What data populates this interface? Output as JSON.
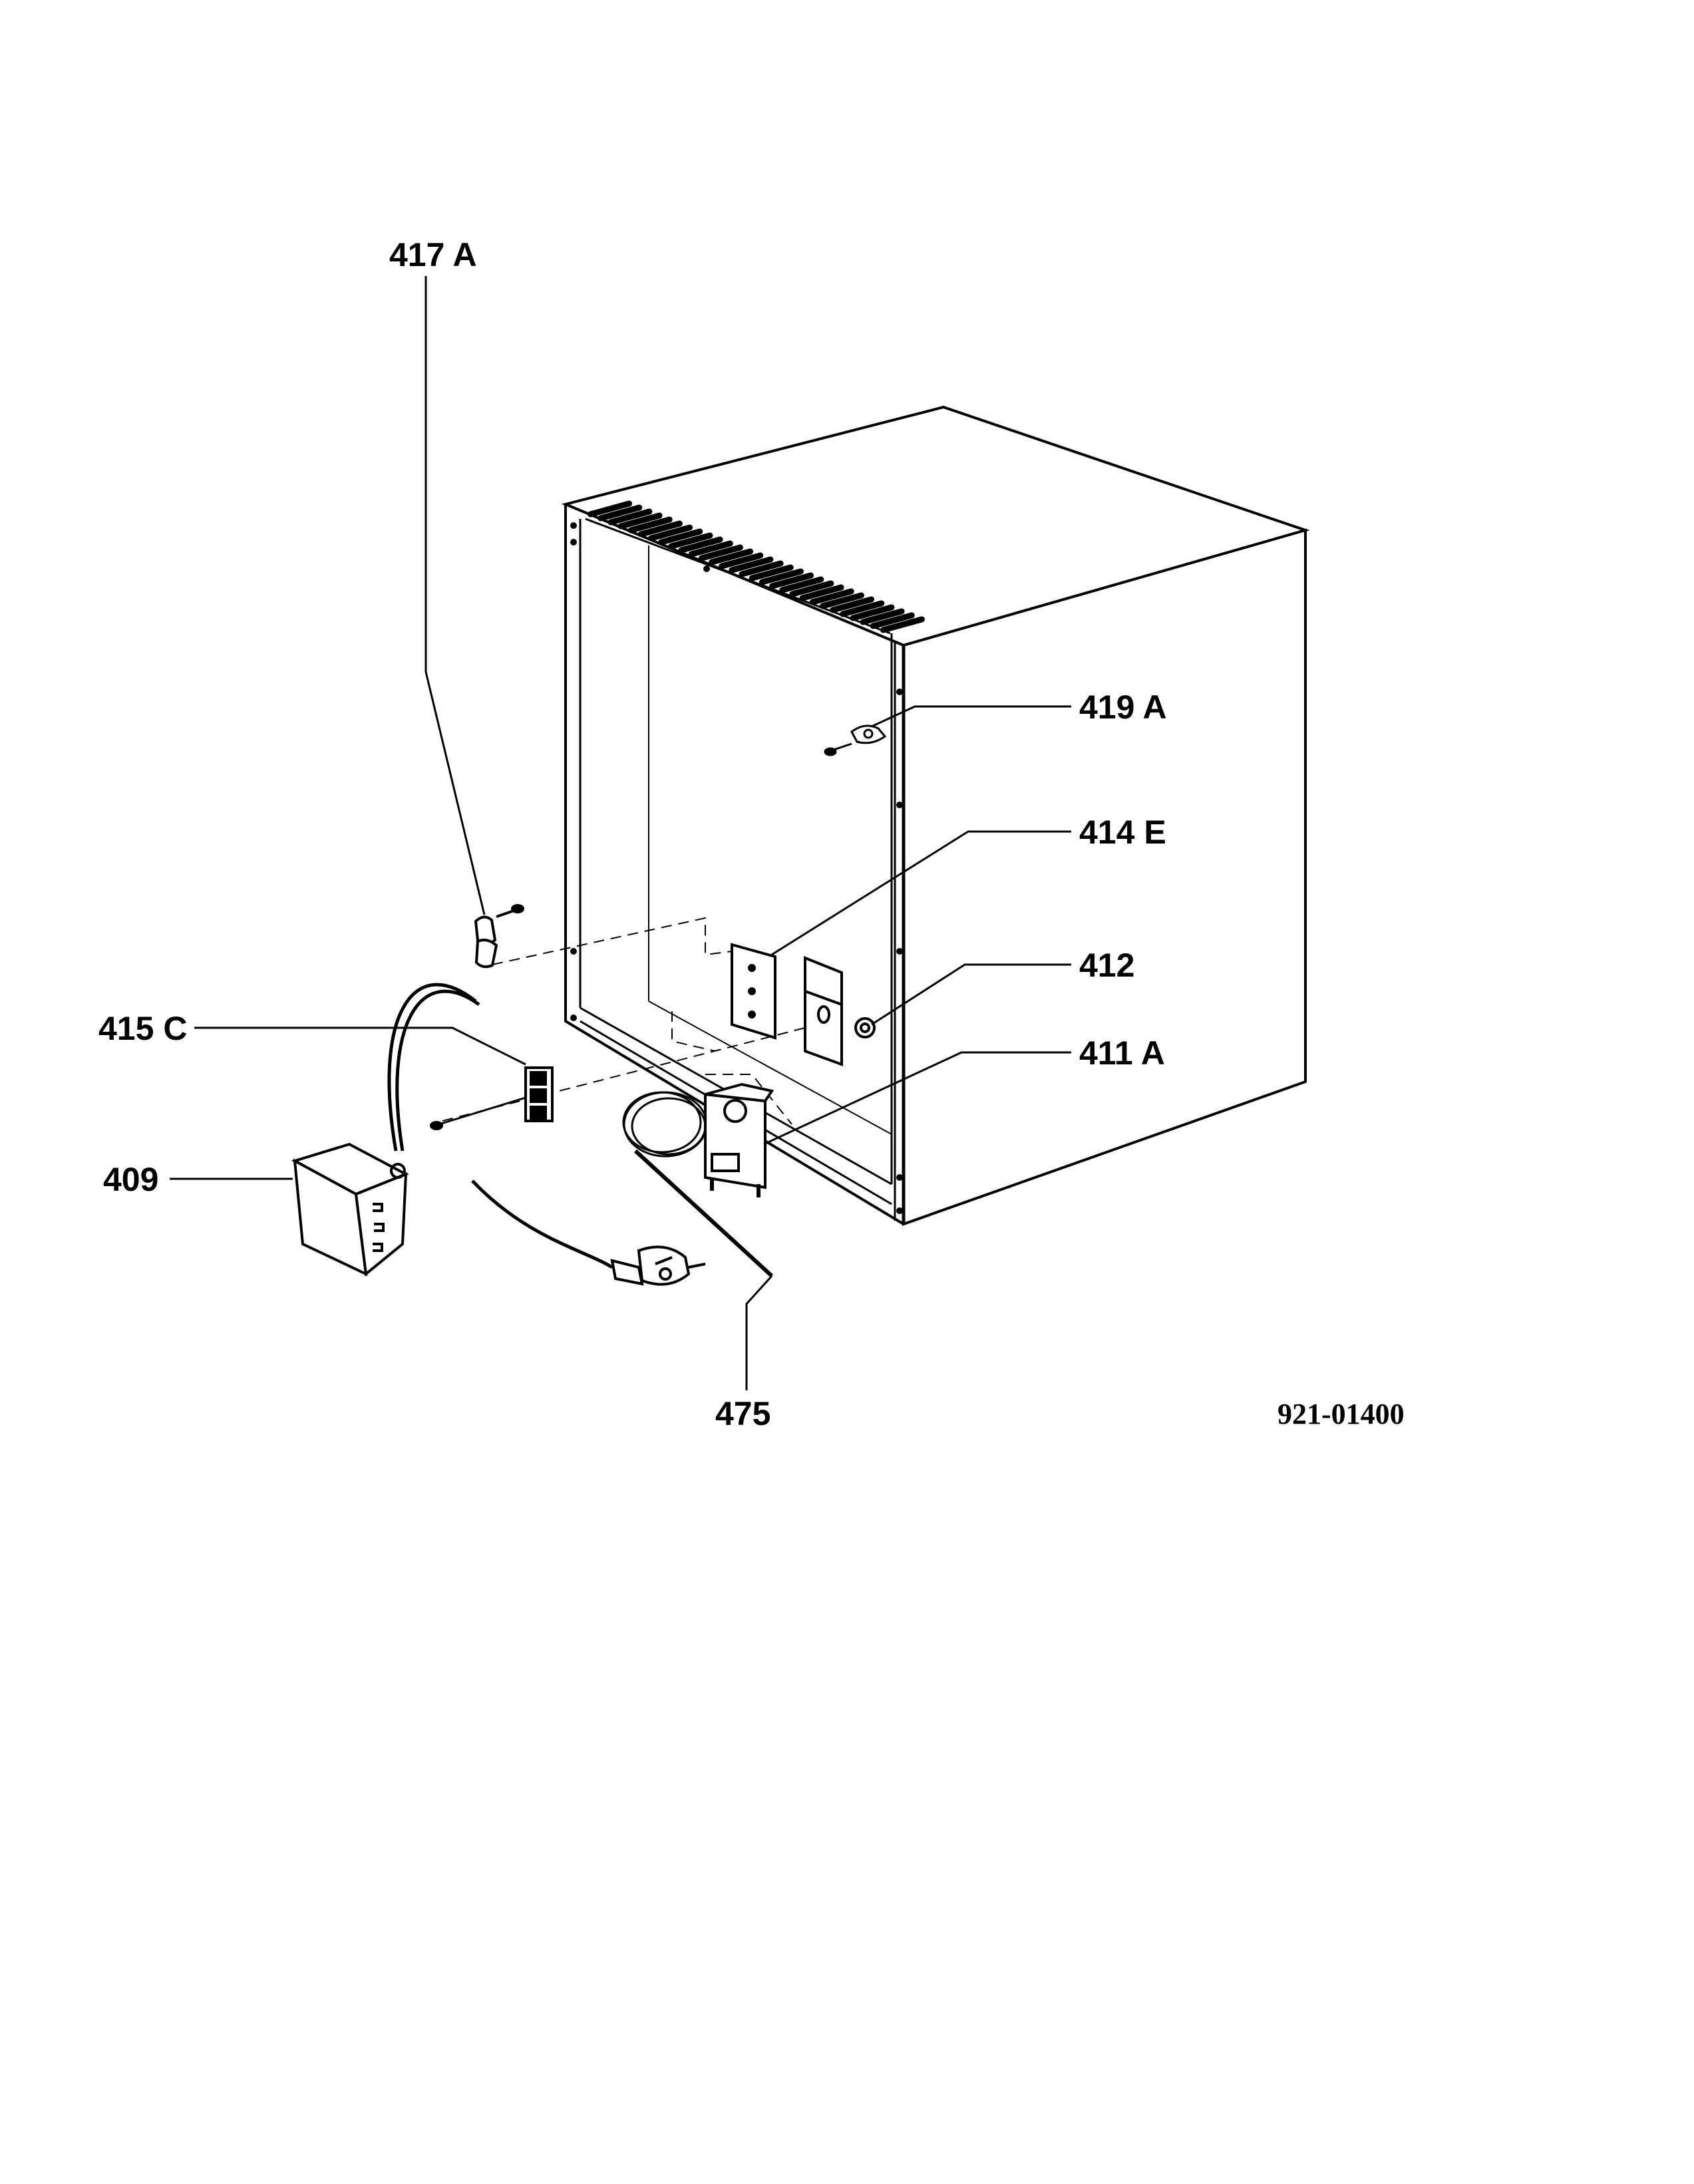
{
  "callouts": {
    "p417a": "417 A",
    "p419a": "419 A",
    "p414e": "414 E",
    "p412": "412",
    "p415c": "415 C",
    "p411a": "411 A",
    "p409": "409",
    "p475": "475"
  },
  "document_number": "921-01400",
  "colors": {
    "ink": "#000000",
    "paper": "#ffffff"
  }
}
